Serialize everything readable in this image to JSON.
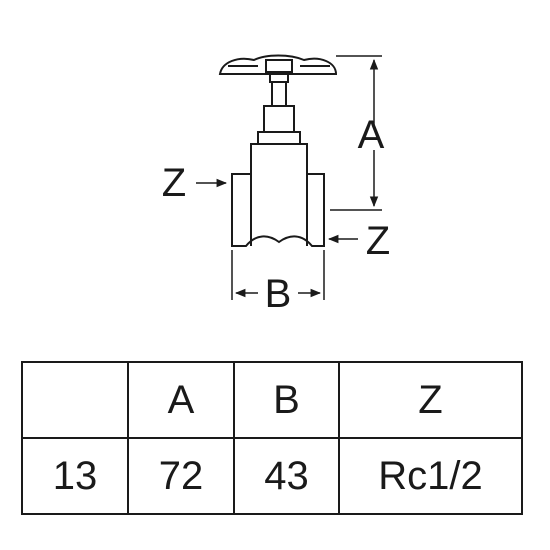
{
  "dimension_labels": {
    "height": "A",
    "width": "B",
    "inlet_thread": "Z",
    "outlet_thread": "Z"
  },
  "table": {
    "headers": [
      "",
      "A",
      "B",
      "Z"
    ],
    "rows": [
      [
        "13",
        "72",
        "43",
        "Rc1/2"
      ]
    ]
  }
}
